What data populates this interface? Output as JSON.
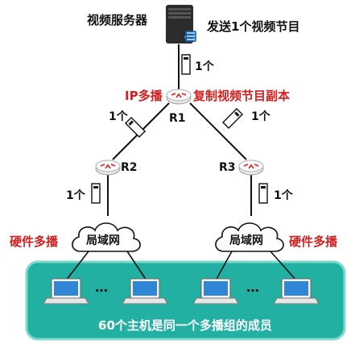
{
  "labels": {
    "server": "视频服务器",
    "send": "发送1个视频节目",
    "ip_multicast": "IP多播",
    "copy": "复制视频节目副本",
    "r1": "R1",
    "r2": "R2",
    "r3": "R3",
    "hw_left": "硬件多播",
    "hw_right": "硬件多播",
    "lan_left": "局域网",
    "lan_right": "局域网",
    "members": "60个主机是同一个多播组的成员",
    "one_server": "1个",
    "one_r1r2": "1个",
    "one_r1r3": "1个",
    "one_r2lan": "1个",
    "one_r3lan": "1个",
    "dots_left": "…",
    "dots_right": "…"
  },
  "colors": {
    "red": "#d71d1d",
    "black": "#111111",
    "panel": "#22b0a2",
    "panel_border": "#7fd8cc",
    "laptop_screen": "#2f86d6"
  }
}
